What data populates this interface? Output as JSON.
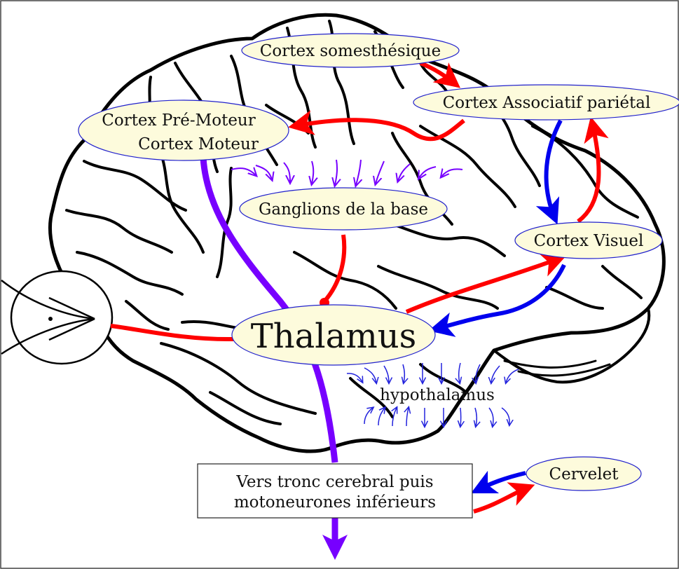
{
  "diagram": {
    "nodes": {
      "somesthesique": "Cortex somesthésique",
      "associatif": "Cortex Associatif pariétal",
      "premoteur": "Cortex Pré-Moteur",
      "moteur": "Cortex Moteur",
      "ganglions": "Ganglions de la base",
      "visuel": "Cortex Visuel",
      "thalamus": "Thalamus",
      "hypothalamus": "hypothalamus",
      "tronc_line1": "Vers tronc cerebral puis",
      "tronc_line2": "motoneurones inférieurs",
      "cervelet": "Cervelet"
    },
    "colors": {
      "red_pathway": "#ff0000",
      "blue_pathway": "#0000ee",
      "purple_pathway": "#7700ff",
      "node_fill": "#fdfbdc",
      "node_stroke": "#2222cc"
    }
  }
}
